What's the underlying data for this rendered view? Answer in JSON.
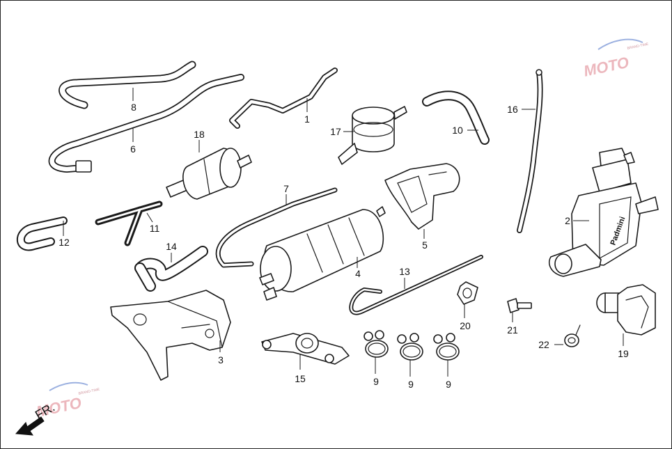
{
  "diagram": {
    "callouts": [
      "1",
      "2",
      "3",
      "4",
      "5",
      "6",
      "7",
      "8",
      "9",
      "9",
      "9",
      "10",
      "11",
      "12",
      "13",
      "14",
      "15",
      "16",
      "17",
      "18",
      "19",
      "20",
      "21",
      "22"
    ],
    "part_labels": {
      "p1": "1",
      "p2": "2",
      "p3": "3",
      "p4": "4",
      "p5": "5",
      "p6": "6",
      "p7": "7",
      "p8": "8",
      "p9a": "9",
      "p9b": "9",
      "p9c": "9",
      "p10": "10",
      "p11": "11",
      "p12": "12",
      "p13": "13",
      "p14": "14",
      "p15": "15",
      "p16": "16",
      "p17": "17",
      "p18": "18",
      "p19": "19",
      "p20": "20",
      "p21": "21",
      "p22": "22"
    },
    "canister_brand": "Padmini",
    "direction_label": "FR.",
    "watermarks": [
      {
        "id": "wm-top-right",
        "text": "MOTO",
        "sub": "BRAND-TIME"
      },
      {
        "id": "wm-bottom-left",
        "text": "MOTO",
        "sub": "BRAND-TIME"
      }
    ]
  },
  "colors": {
    "line": "#1a1a1a",
    "background": "#ffffff",
    "watermark": "#e6a0a8"
  }
}
